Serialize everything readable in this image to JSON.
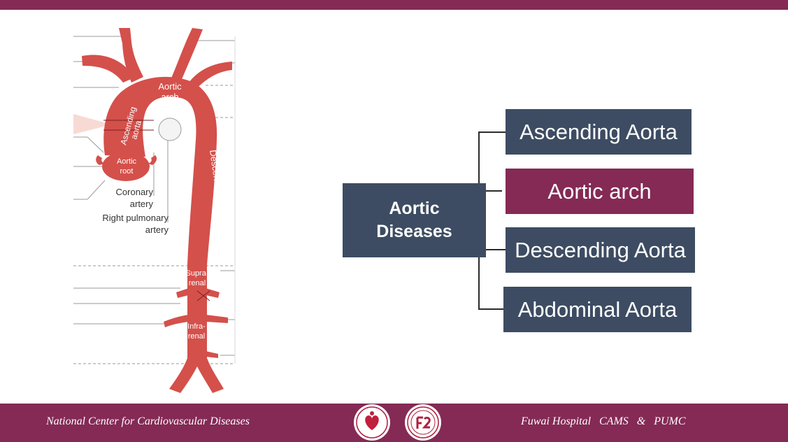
{
  "diagram": {
    "anatomy_labels": {
      "aortic_arch": [
        "Aortic",
        "arch"
      ],
      "ascending_aorta": [
        "Ascending",
        "aorta"
      ],
      "aortic_root": [
        "Aortic",
        "root"
      ],
      "coronary_artery": [
        "Coronary",
        "artery"
      ],
      "right_pulmonary_artery": [
        "Right pulmonary",
        "artery"
      ],
      "descending_aorta": "Descending aorta",
      "suprarenal": [
        "Supra-",
        "renal"
      ],
      "infrarenal": [
        "Infra-",
        "renal"
      ]
    },
    "root": {
      "line1": "Aortic",
      "line2": "Diseases"
    },
    "branches": [
      {
        "label": "Ascending Aorta",
        "color": "#3d4c62"
      },
      {
        "label": "Aortic arch",
        "color": "#842a55"
      },
      {
        "label": "Descending Aorta",
        "color": "#3d4c62"
      },
      {
        "label": "Abdominal Aorta",
        "color": "#3d4c62"
      }
    ]
  },
  "footer": {
    "left_text": "National Center for Cardiovascular Diseases",
    "right_text": "Fuwai Hospital   CAMS   &   PUMC"
  },
  "colors": {
    "brand": "#842a55",
    "node": "#3d4c62",
    "aorta": "#d4504b"
  }
}
